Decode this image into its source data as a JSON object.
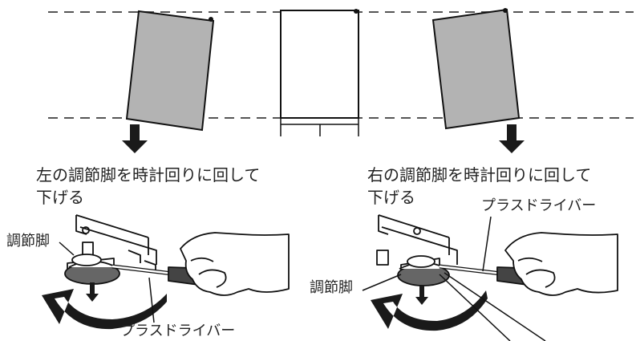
{
  "left": {
    "instruction_line1": "左の調節脚を時計回りに回して",
    "instruction_line2": "下げる",
    "label_leg": "調節脚",
    "label_screwdriver": "プラスドライバー"
  },
  "right": {
    "instruction_line1": "右の調節脚を時計回りに回して",
    "instruction_line2": "下げる",
    "label_leg": "調節脚",
    "label_screwdriver": "プラスドライバー"
  },
  "colors": {
    "panel_fill": "#b3b3b3",
    "arrow": "#1a1a1a",
    "dashed_line": "#555555"
  }
}
